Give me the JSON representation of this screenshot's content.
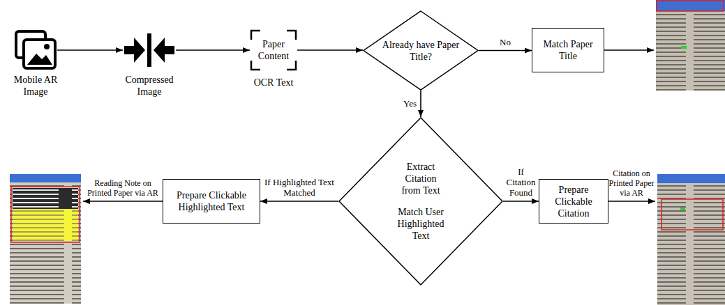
{
  "diagram": {
    "nodes": [
      {
        "text": [
          "Mobile AR Image"
        ]
      },
      {
        "text": [
          "Compressed Image"
        ]
      },
      {
        "text": [
          "Paper Content",
          "OCR Text"
        ]
      },
      {
        "text": [
          "Already have Paper Title?"
        ]
      },
      {
        "text": [
          "Match Paper Title"
        ]
      },
      {
        "text": [
          "Extract Citation from Text",
          "Match User Highlighted Text"
        ]
      },
      {
        "text": [
          "Prepare Clickable Highlighted Text"
        ]
      },
      {
        "text": [
          "Prepare Clickable Citation"
        ]
      }
    ],
    "edges": [
      {
        "from": 0,
        "to": 1,
        "arrow": "to"
      },
      {
        "from": 1,
        "to": 2,
        "arrow": "to"
      },
      {
        "from": 2,
        "to": 3,
        "arrow": "to"
      },
      {
        "from": 3,
        "to": 4,
        "label": "No",
        "arrow": "to"
      },
      {
        "from": 3,
        "to": 5,
        "label": "Yes",
        "arrow": "to"
      },
      {
        "from": 5,
        "to": 6,
        "label": "If Highlighted Text Matched",
        "arrow": "to"
      },
      {
        "from": 5,
        "to": 7,
        "label": "If Citation Found",
        "arrow": "to"
      }
    ],
    "labels": [
      "Reading Note on Printed Paper via AR",
      "Citation on Printed Paper via AR"
    ]
  }
}
